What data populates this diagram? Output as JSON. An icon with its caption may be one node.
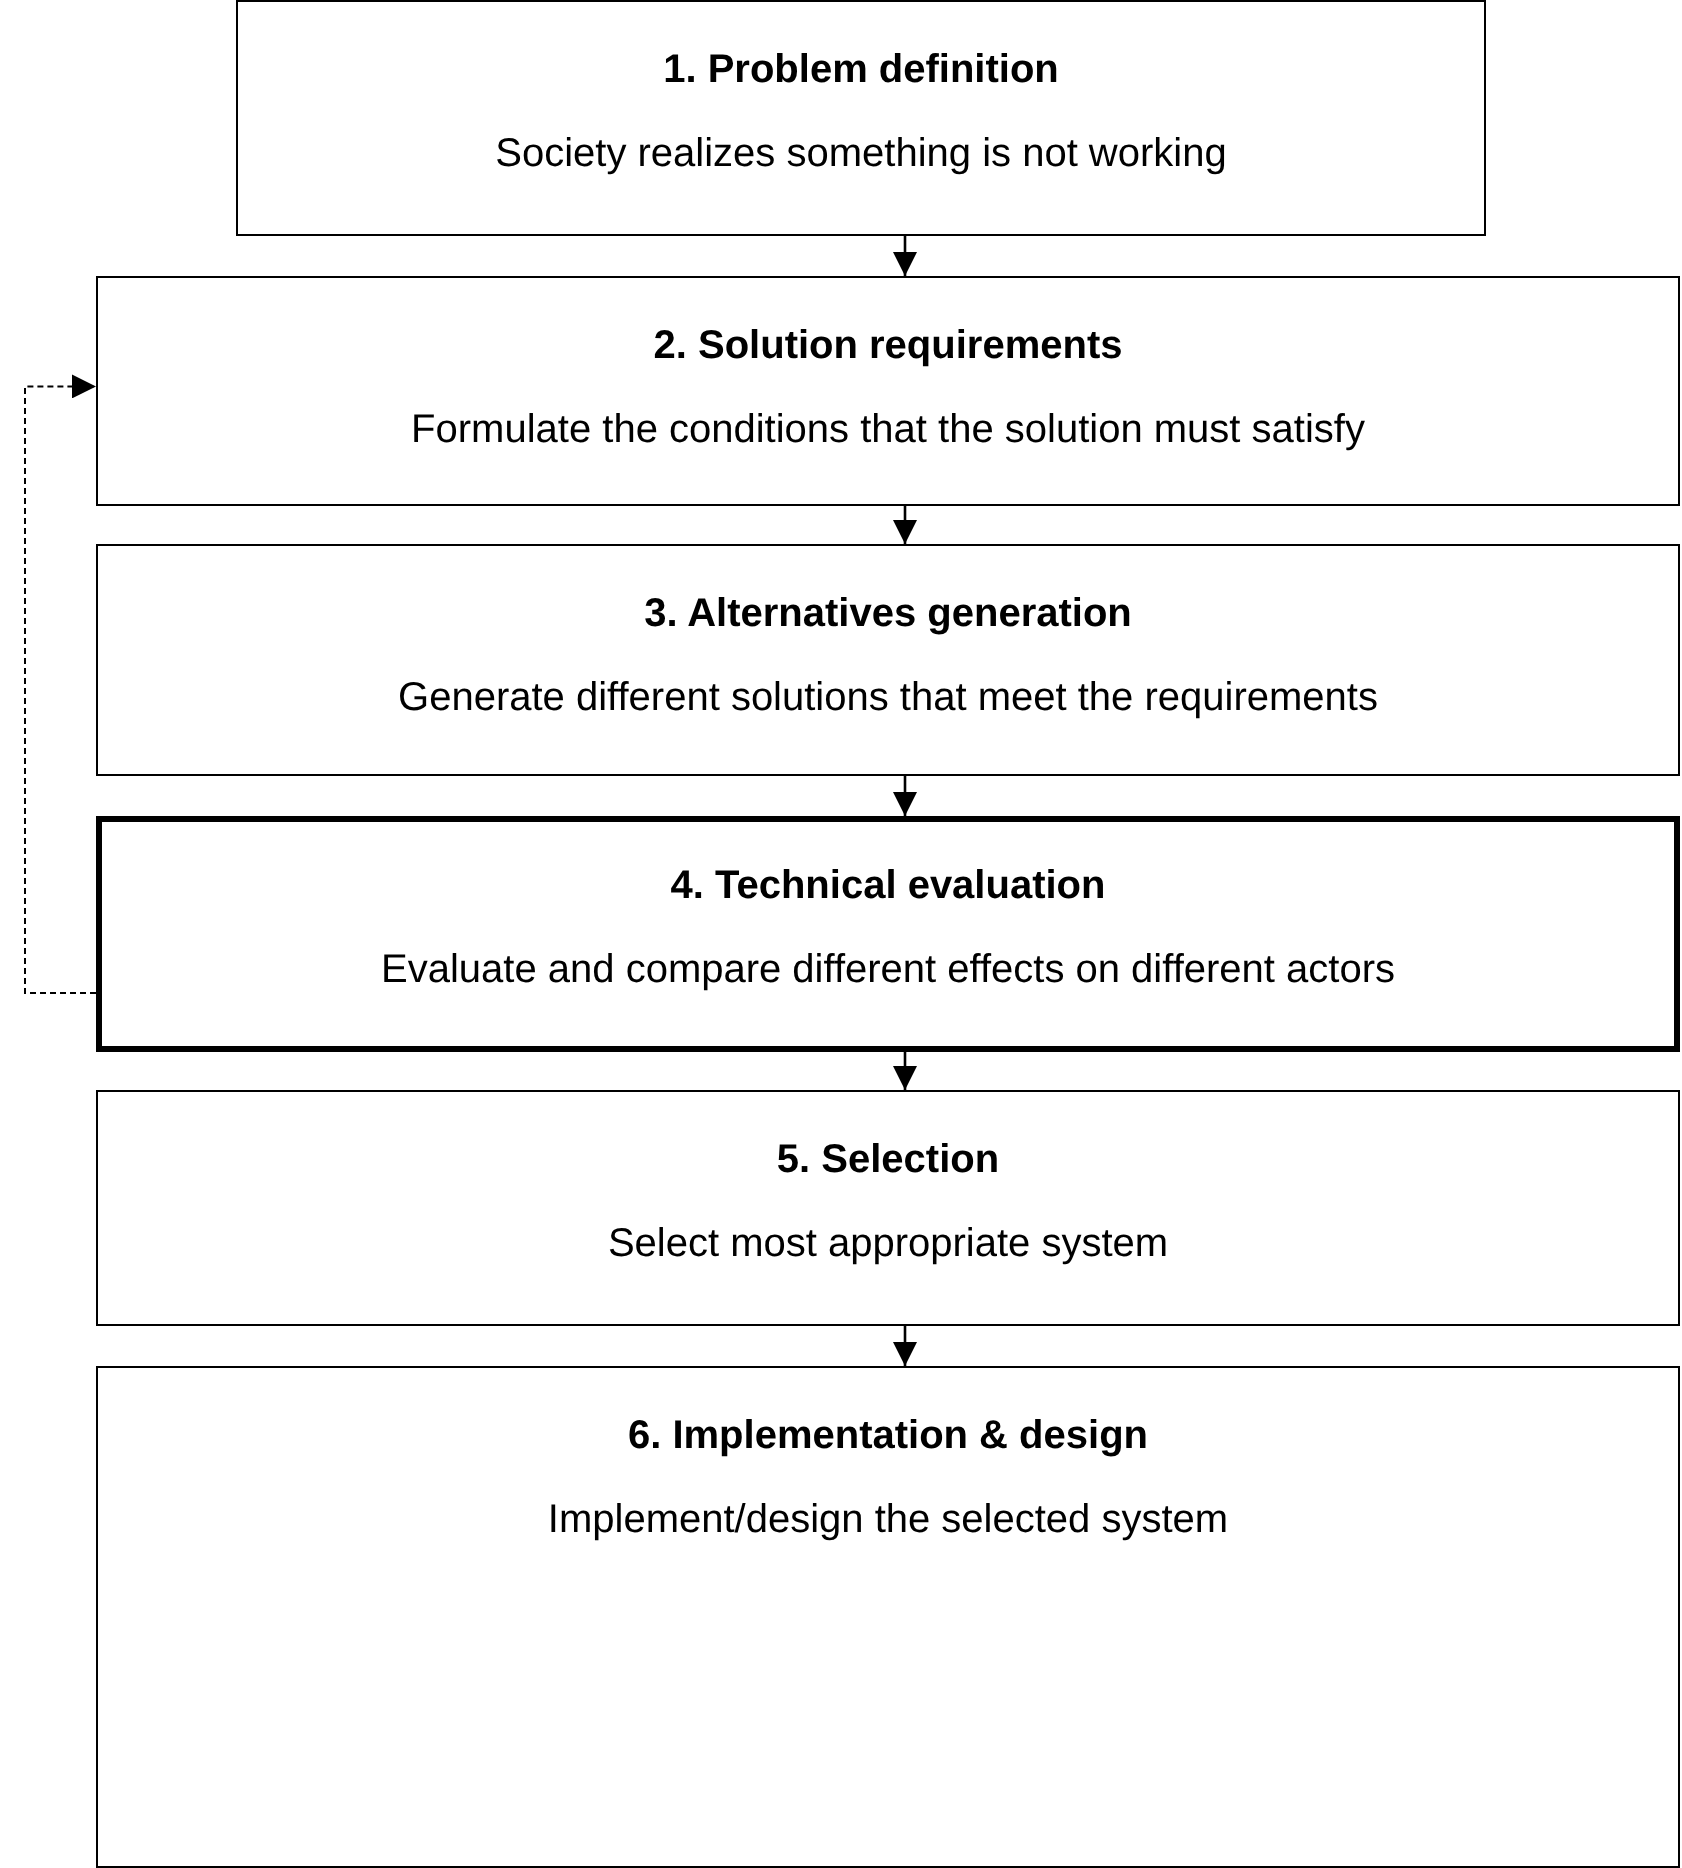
{
  "diagram": {
    "nodes": [
      {
        "text": [
          "1. Problem definition",
          "Society realizes something is not working"
        ]
      },
      {
        "text": [
          "2. Solution requirements",
          "Formulate the conditions that the solution must satisfy"
        ]
      },
      {
        "text": [
          "3. Alternatives generation",
          "Generate different solutions that meet the requirements"
        ]
      },
      {
        "text": [
          "4. Technical evaluation",
          "Evaluate and compare different effects on different actors"
        ]
      },
      {
        "text": [
          "5. Selection",
          "Select most appropriate system"
        ]
      },
      {
        "text": [
          "6. Implementation & design",
          "Implement/design the selected system"
        ]
      }
    ],
    "edges": [
      {
        "from": 0,
        "to": 1,
        "arrow": "to"
      },
      {
        "from": 1,
        "to": 2,
        "arrow": "to"
      },
      {
        "from": 2,
        "to": 3,
        "arrow": "to"
      },
      {
        "from": 3,
        "to": 4,
        "arrow": "to"
      },
      {
        "from": 4,
        "to": 5,
        "arrow": "to"
      },
      {
        "from": 3,
        "to": 1,
        "arrow": "to",
        "style": "dashed"
      }
    ]
  }
}
